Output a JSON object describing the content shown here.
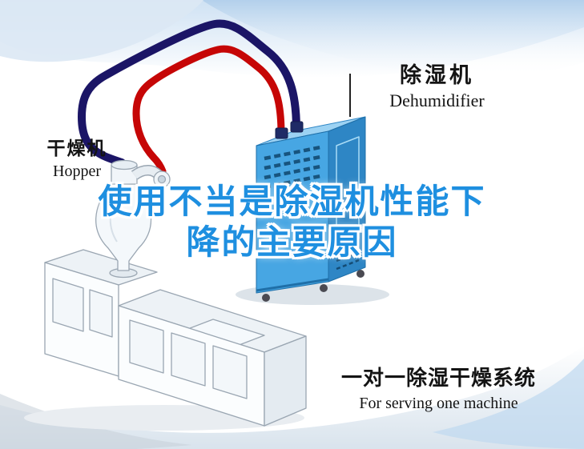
{
  "labels": {
    "dehumidifier": {
      "zh": "除湿机",
      "en": "Dehumidifier"
    },
    "hopper": {
      "zh": "干燥机",
      "en": "Hopper"
    },
    "system": {
      "zh": "一对一除湿干燥系统",
      "en": "For serving one machine"
    }
  },
  "title": {
    "line1": "使用不当是除湿机性能下",
    "line2": "降的主要原因"
  },
  "colors": {
    "title_blue": "#1E8FE0",
    "pipe_red": "#C60606",
    "pipe_navy": "#1B1566",
    "machine_front": "#47A6E3",
    "machine_side": "#2E86C5",
    "machine_top": "#9CD2F3",
    "vent_dark": "#17547E",
    "label_black": "#141414"
  },
  "illustration": {
    "parts": [
      "dehumidifier-machine",
      "hopper-funnel",
      "extruder-machine",
      "pipe-red",
      "pipe-navy"
    ]
  }
}
